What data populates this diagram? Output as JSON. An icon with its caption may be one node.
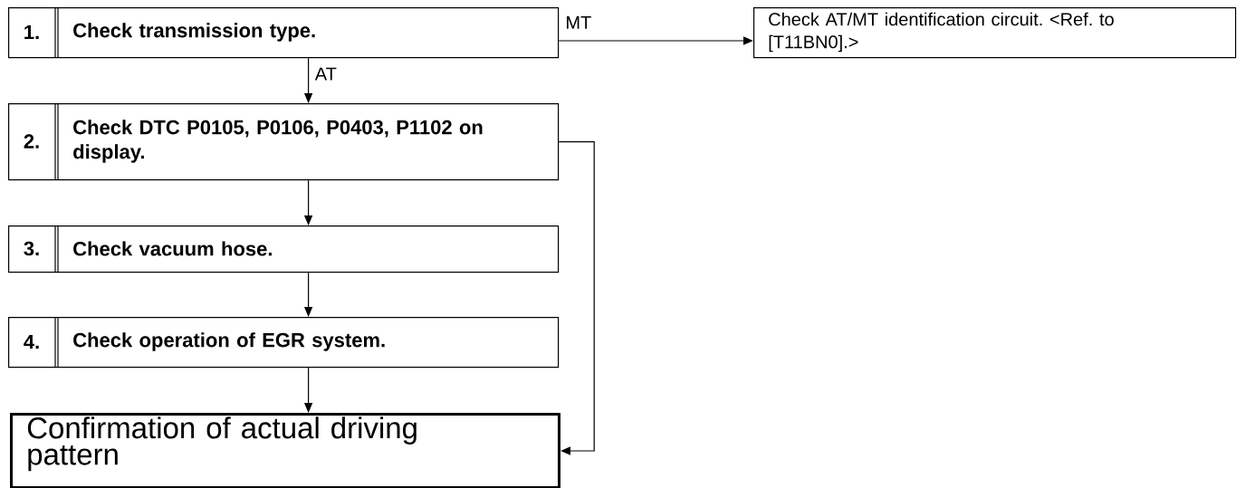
{
  "diagram": {
    "nodes": [
      {
        "text": [
          "1.",
          "Check transmission type."
        ]
      },
      {
        "text": [
          "Check AT/MT identification circuit. <Ref. to [T11BN0].>"
        ]
      },
      {
        "text": [
          "2.",
          "Check DTC P0105, P0106, P0403, P1102 on display."
        ]
      },
      {
        "text": [
          "3.",
          "Check vacuum hose."
        ]
      },
      {
        "text": [
          "4.",
          "Check operation of EGR system."
        ]
      },
      {
        "text": [
          "Confirmation of actual driving pattern"
        ]
      }
    ],
    "edges": [
      {
        "from": 0,
        "to": 1,
        "arrow": "to",
        "label": "MT"
      },
      {
        "from": 0,
        "to": 2,
        "arrow": "to",
        "label": "AT"
      },
      {
        "from": 2,
        "to": 3,
        "arrow": "to"
      },
      {
        "from": 3,
        "to": 4,
        "arrow": "to"
      },
      {
        "from": 4,
        "to": 5,
        "arrow": "to"
      },
      {
        "from": 2,
        "to": 5,
        "arrow": "to"
      }
    ]
  }
}
